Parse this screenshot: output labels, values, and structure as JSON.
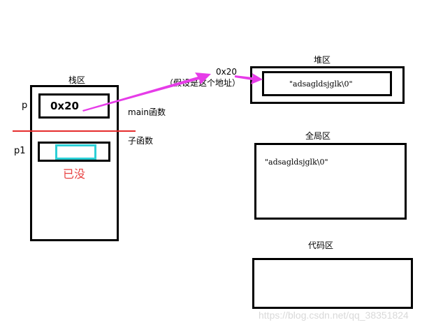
{
  "stack": {
    "title": "栈区",
    "var_p_label": "p",
    "var_p_value": "0x20",
    "var_p1_label": "p1",
    "main_func_label": "main函数",
    "sub_func_label": "子函数",
    "gone_label": "已没"
  },
  "pointer_annotation": {
    "address": "0x20",
    "note": "（假设是这个地址）"
  },
  "heap": {
    "title": "堆区",
    "content": "\"adsagldsjglk\\0\""
  },
  "global": {
    "title": "全局区",
    "content": "\"adsagldsjglk\\0\""
  },
  "code": {
    "title": "代码区"
  },
  "colors": {
    "arrow": "#e63ce8",
    "divider": "#e52d2d",
    "freed_box": "#2ccfd6",
    "gone_text": "#e84040"
  },
  "watermark": "https://blog.csdn.net/qq_38351824"
}
